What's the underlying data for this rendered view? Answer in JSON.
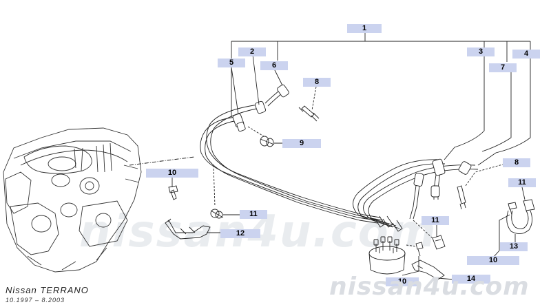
{
  "watermark": {
    "center_text": "nissan4u.com",
    "corner_text": "nissan4u.com"
  },
  "caption": {
    "model": "Nissan TERRANO",
    "dates": "10.1997 – 8.2003"
  },
  "callout_colors": {
    "box": "#cbd3ef",
    "line": "#222222"
  },
  "callouts": [
    {
      "id": "c1",
      "text": "1"
    },
    {
      "id": "c2",
      "text": "2"
    },
    {
      "id": "c3",
      "text": "3"
    },
    {
      "id": "c4",
      "text": "4"
    },
    {
      "id": "c5",
      "text": "5"
    },
    {
      "id": "c6",
      "text": "6"
    },
    {
      "id": "c7",
      "text": "7"
    },
    {
      "id": "c8a",
      "text": "8"
    },
    {
      "id": "c8b",
      "text": "8"
    },
    {
      "id": "c9",
      "text": "9"
    },
    {
      "id": "c10a",
      "text": "10"
    },
    {
      "id": "c10b",
      "text": "10"
    },
    {
      "id": "c10c",
      "text": "10"
    },
    {
      "id": "c11a",
      "text": "11"
    },
    {
      "id": "c11b",
      "text": "11"
    },
    {
      "id": "c11c",
      "text": "11"
    },
    {
      "id": "c12",
      "text": "12"
    },
    {
      "id": "c13",
      "text": "13"
    },
    {
      "id": "c14",
      "text": "14"
    }
  ]
}
